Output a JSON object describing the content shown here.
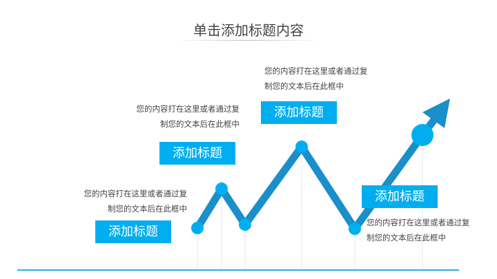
{
  "title": "单击添加标题内容",
  "items": [
    {
      "heading": "添加标题",
      "line1": "您的内容打在这里或者通过复",
      "line2": "制您的文本后在此框中"
    },
    {
      "heading": "添加标题",
      "line1": "您的内容打在这里或者通过复",
      "line2": "制您的文本后在此框中"
    },
    {
      "heading": "添加标题",
      "line1": "您的内容打在这里或者通过复",
      "line2": "制您的文本后在此框中"
    },
    {
      "heading": "添加标题",
      "line1": "您的内容打在这里或者通过复",
      "line2": "制您的文本后在此框中"
    }
  ],
  "colors": {
    "accent": "#00aeef",
    "line": "#1a8fc9",
    "baseline": "#29abe2"
  }
}
